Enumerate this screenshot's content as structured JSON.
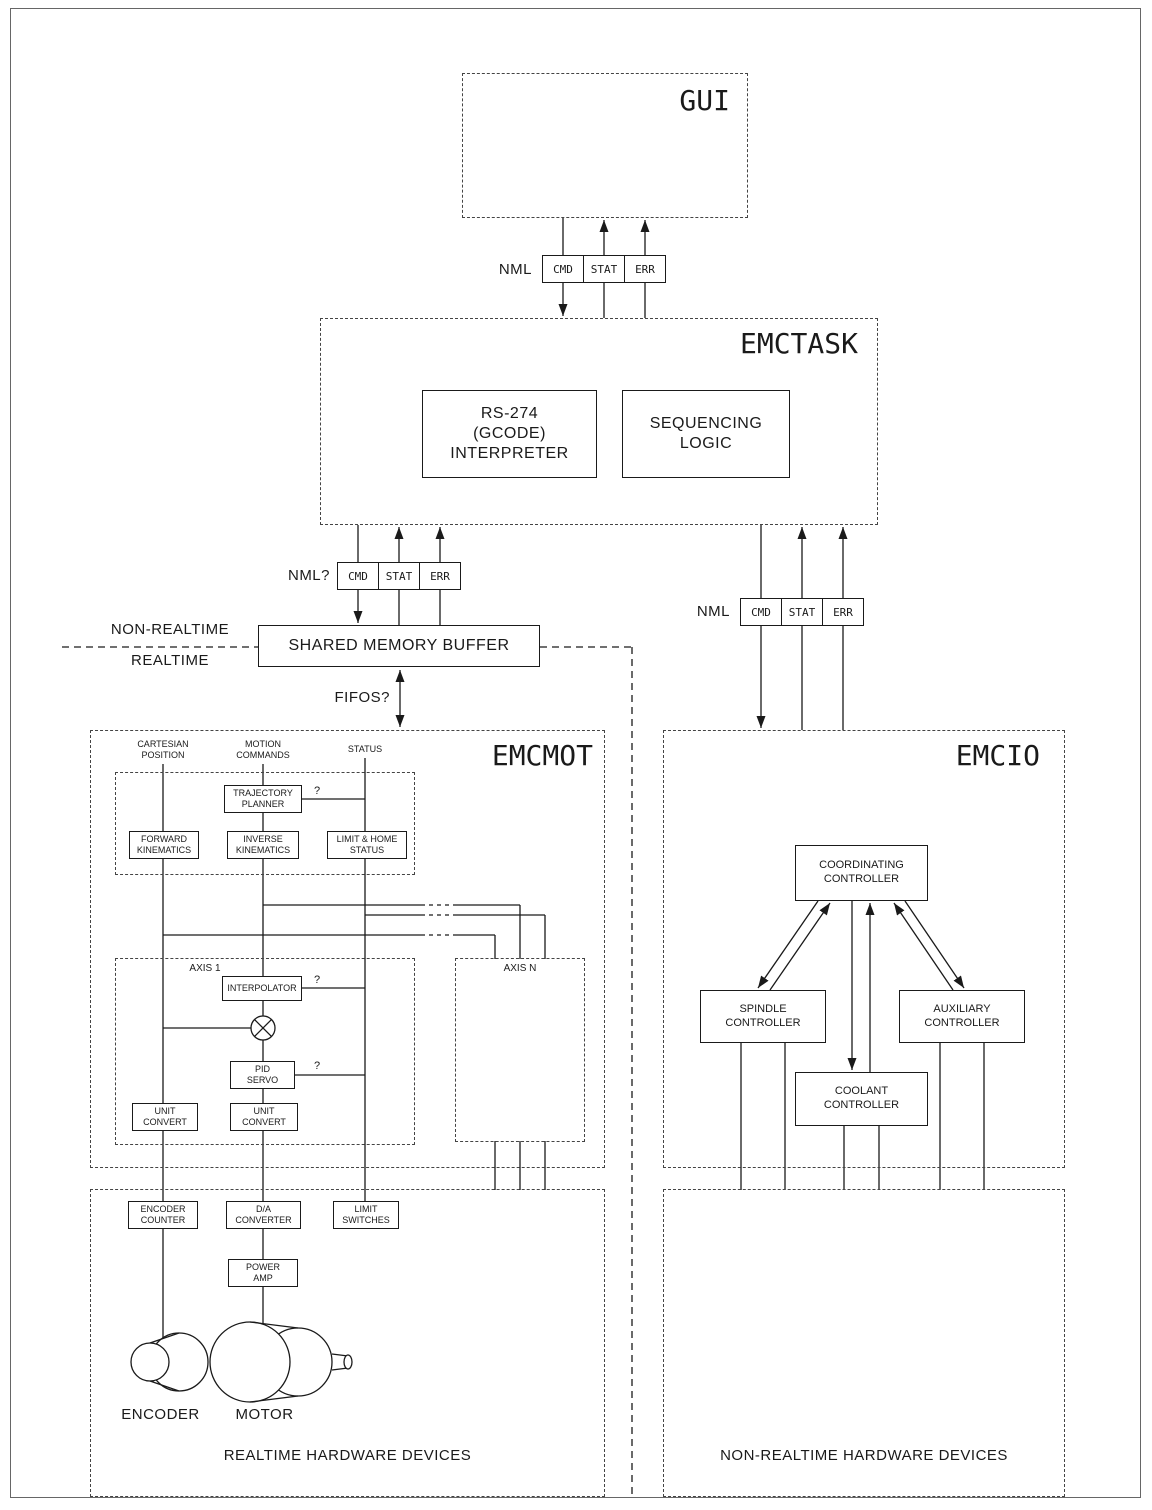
{
  "colors": {
    "line": "#1a1a1a",
    "background": "#ffffff"
  },
  "gui": {
    "title": "GUI"
  },
  "nml_gui": {
    "label": "NML",
    "channels": [
      "CMD",
      "STAT",
      "ERR"
    ]
  },
  "emctask": {
    "title": "EMCTASK",
    "interpreter": "RS-274\n(GCODE)\nINTERPRETER",
    "sequencing": "SEQUENCING\nLOGIC"
  },
  "nml_emcmot": {
    "label": "NML?",
    "channels": [
      "CMD",
      "STAT",
      "ERR"
    ]
  },
  "nml_emcio": {
    "label": "NML",
    "channels": [
      "CMD",
      "STAT",
      "ERR"
    ]
  },
  "boundary": {
    "above": "NON-REALTIME",
    "below": "REALTIME"
  },
  "shared_memory": {
    "label": "SHARED MEMORY BUFFER"
  },
  "fifos": {
    "label": "FIFOS?"
  },
  "emcmot": {
    "title": "EMCMOT",
    "col_cartesian": "CARTESIAN\nPOSITION",
    "col_motion": "MOTION\nCOMMANDS",
    "col_status": "STATUS",
    "trajectory_planner": "TRAJECTORY\nPLANNER",
    "forward_kinematics": "FORWARD\nKINEMATICS",
    "inverse_kinematics": "INVERSE\nKINEMATICS",
    "limit_home_status": "LIMIT & HOME\nSTATUS",
    "axis1": "AXIS 1",
    "axisn": "AXIS N",
    "interpolator": "INTERPOLATOR",
    "pid_servo": "PID\nSERVO",
    "unit_convert": "UNIT\nCONVERT",
    "question": "?"
  },
  "emcio": {
    "title": "EMCIO",
    "coordinating_controller": "COORDINATING\nCONTROLLER",
    "spindle_controller": "SPINDLE\nCONTROLLER",
    "auxiliary_controller": "AUXILIARY\nCONTROLLER",
    "coolant_controller": "COOLANT\nCONTROLLER"
  },
  "realtime_hw": {
    "title": "REALTIME HARDWARE DEVICES",
    "encoder_counter": "ENCODER\nCOUNTER",
    "da_converter": "D/A\nCONVERTER",
    "limit_switches": "LIMIT\nSWITCHES",
    "power_amp": "POWER\nAMP",
    "encoder": "ENCODER",
    "motor": "MOTOR"
  },
  "nonrealtime_hw": {
    "title": "NON-REALTIME HARDWARE DEVICES"
  }
}
